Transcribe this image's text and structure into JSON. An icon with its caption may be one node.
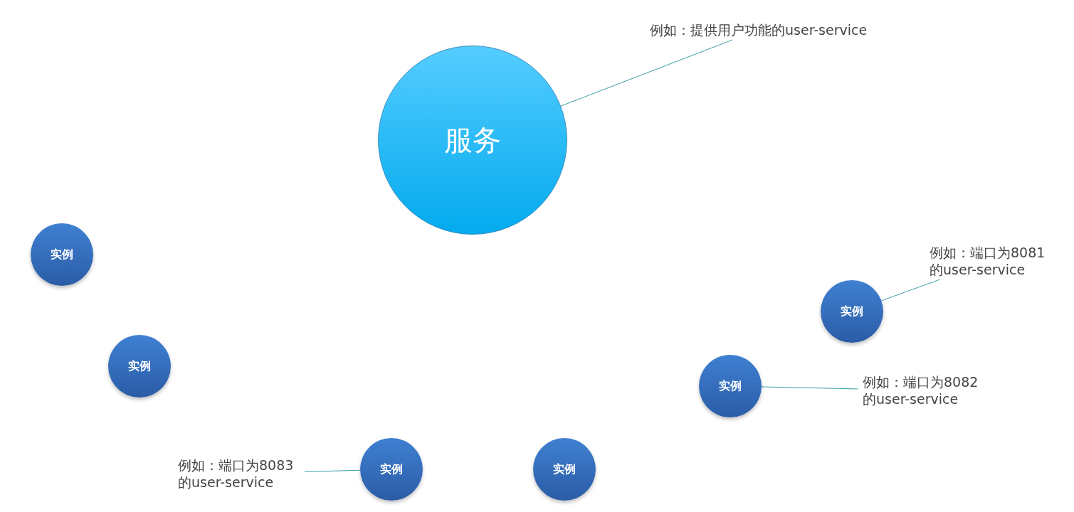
{
  "diagram": {
    "nodes": [
      {
        "text": [
          "服务"
        ]
      },
      {
        "text": [
          "例如：提供用户功能的user-service"
        ]
      },
      {
        "text": [
          "实例"
        ]
      },
      {
        "text": [
          "实例"
        ]
      },
      {
        "text": [
          "例如：端口为8081的user-service"
        ]
      },
      {
        "text": [
          "实例"
        ]
      },
      {
        "text": [
          "实例"
        ]
      },
      {
        "text": [
          "例如：端口为8082的user-service"
        ]
      },
      {
        "text": [
          "例如：端口为8083的user-service"
        ]
      },
      {
        "text": [
          "实例"
        ]
      },
      {
        "text": [
          "实例"
        ]
      }
    ],
    "edges": [
      {
        "from": 1,
        "to": 0,
        "arrow": "none"
      },
      {
        "from": 4,
        "to": 5,
        "arrow": "none"
      },
      {
        "from": 7,
        "to": 6,
        "arrow": "none"
      },
      {
        "from": 8,
        "to": 9,
        "arrow": "none"
      }
    ]
  }
}
